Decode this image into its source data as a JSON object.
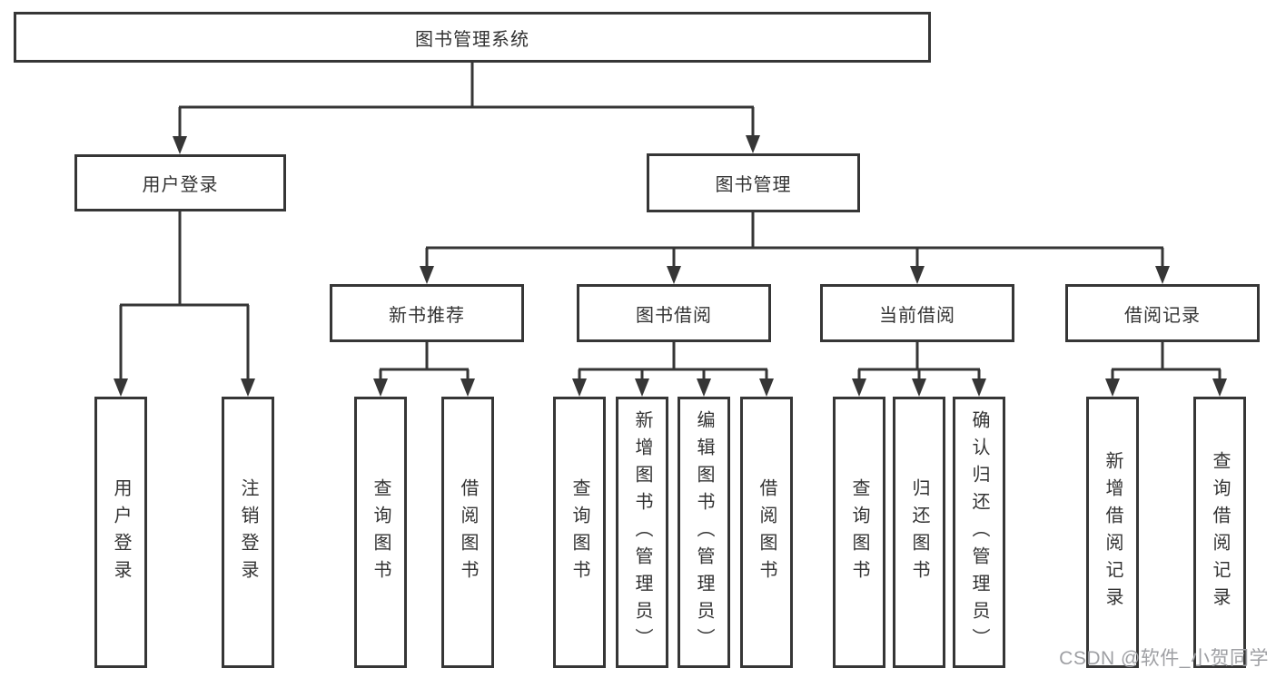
{
  "diagram": {
    "root": {
      "label": "图书管理系统"
    },
    "level2": {
      "user_login": {
        "label": "用户登录"
      },
      "book_mgmt": {
        "label": "图书管理"
      }
    },
    "level3": {
      "new_book_rec": {
        "label": "新书推荐"
      },
      "book_borrow": {
        "label": "图书借阅"
      },
      "current_borrow": {
        "label": "当前借阅"
      },
      "borrow_record": {
        "label": "借阅记录"
      }
    },
    "leaves": {
      "login": {
        "label": "用户登录"
      },
      "logout": {
        "label": "注销登录"
      },
      "rec_query_book": {
        "label": "查询图书"
      },
      "rec_borrow_book": {
        "label": "借阅图书"
      },
      "bb_query_book": {
        "label": "查询图书"
      },
      "bb_add_book": {
        "label": "新增图书（管理员）"
      },
      "bb_edit_book": {
        "label": "编辑图书（管理员）"
      },
      "bb_borrow_book": {
        "label": "借阅图书"
      },
      "cb_query_book": {
        "label": "查询图书"
      },
      "cb_return_book": {
        "label": "归还图书"
      },
      "cb_confirm_return": {
        "label": "确认归还（管理员）"
      },
      "br_add_record": {
        "label": "新增借阅记录"
      },
      "br_query_record": {
        "label": "查询借阅记录"
      }
    }
  },
  "watermark": {
    "text": "CSDN @软件_小贺同学"
  },
  "colors": {
    "line": "#363636",
    "text": "#333333",
    "watermark": "#9e9fa3",
    "background": "#ffffff"
  }
}
